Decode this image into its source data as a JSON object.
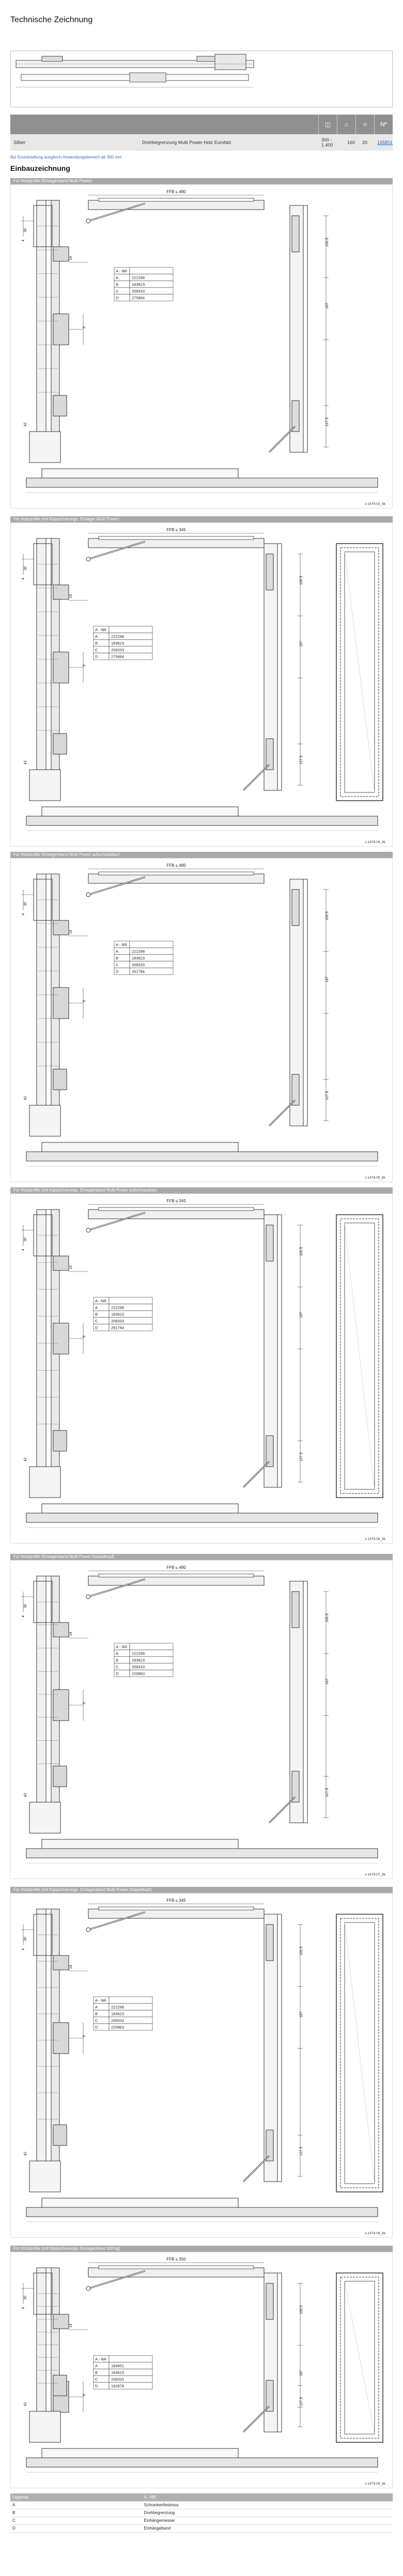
{
  "page_title": "Technische Zeichnung",
  "spec": {
    "headers": [
      "◫",
      "⌂",
      "⌗",
      "Nº"
    ],
    "color": "Silber",
    "description": "Drehbegrenzung Multi Power Holz Eurofalz",
    "range": "300 - 1.400",
    "v1": "160",
    "v2": "20",
    "article": "165801"
  },
  "note": "Bei Einzelstellung ausgleich Anwendungsbereich ab 300 mm",
  "subtitle": "Einbauzeichnung",
  "sections": [
    {
      "heading": "Für Holzprofile (Einlagenband Multi Power)",
      "ffb": "FFB ≤ 480",
      "table": [
        [
          "A - NR",
          ""
        ],
        [
          "A",
          "222298"
        ],
        [
          "B",
          "183623"
        ],
        [
          "C",
          "208333"
        ],
        [
          "D",
          "275884"
        ]
      ],
      "code": "z-1479-03_8k"
    },
    {
      "heading": "Für Holzprofile (mit Kippsicherungs, Einlager Multi Power)",
      "ffb": "FFB ≤ 345",
      "table": [
        [
          "A - NR",
          ""
        ],
        [
          "A",
          "222298"
        ],
        [
          "B",
          "183623"
        ],
        [
          "C",
          "208333"
        ],
        [
          "D",
          "275884"
        ]
      ],
      "code": "z-1479-04_8k"
    },
    {
      "heading": "Für Holzprofile (Einlagenband Multi Power aufschraubbar)",
      "ffb": "FFB ≤ 480",
      "table": [
        [
          "A - NR",
          ""
        ],
        [
          "A",
          "222298"
        ],
        [
          "B",
          "183623"
        ],
        [
          "C",
          "208333"
        ],
        [
          "D",
          "261784"
        ]
      ],
      "code": "z-1479-05_8k"
    },
    {
      "heading": "Für Holzprofile (mit Kippsicherungs, Einlagenband Multi Power aufschraubbar)",
      "ffb": "FFB ≤ 345",
      "table": [
        [
          "A - NR",
          ""
        ],
        [
          "A",
          "222298"
        ],
        [
          "B",
          "183623"
        ],
        [
          "C",
          "208333"
        ],
        [
          "D",
          "261784"
        ]
      ],
      "code": "z-1479-06_8k"
    },
    {
      "heading": "Für Holzprofile (Einlagenband Multi Power Doppelkopf)",
      "ffb": "FFB ≤ 480",
      "table": [
        [
          "A - NR",
          ""
        ],
        [
          "A",
          "222298"
        ],
        [
          "B",
          "183623"
        ],
        [
          "C",
          "208333"
        ],
        [
          "D",
          "220863"
        ]
      ],
      "code": "z-1479-07_8k"
    },
    {
      "heading": "Für Holzprofile (mit Kippsicherungs, Einlagenband Multi Power Doppelkopf)",
      "ffb": "FFB ≤ 345",
      "table": [
        [
          "A - NR",
          ""
        ],
        [
          "A",
          "222298"
        ],
        [
          "B",
          "183623"
        ],
        [
          "C",
          "208333"
        ],
        [
          "D",
          "220863"
        ]
      ],
      "code": "z-1479-08_8k"
    },
    {
      "heading": "Für Holzprofile (mit Kippsicherungs, Einlagenband 100 kg)",
      "ffb": "FFB ≤ 350",
      "table": [
        [
          "A - NR",
          ""
        ],
        [
          "A",
          "184601"
        ],
        [
          "B",
          "183623"
        ],
        [
          "C",
          "208333"
        ],
        [
          "D",
          "192878"
        ]
      ],
      "code": "z-1479-09_8k"
    }
  ],
  "legend": {
    "header": [
      "Legende",
      "A - NR"
    ],
    "rows": [
      [
        "A",
        "Schrankenfestmoa"
      ],
      [
        "B",
        "Drehbegrenzung"
      ],
      [
        "C",
        "Einhängemesser"
      ],
      [
        "D",
        "Einhängeband"
      ]
    ]
  },
  "dims": [
    "100.5",
    "187",
    "127.5",
    "30",
    "4",
    "14",
    "6",
    "21",
    "42",
    "Ø2.5"
  ]
}
